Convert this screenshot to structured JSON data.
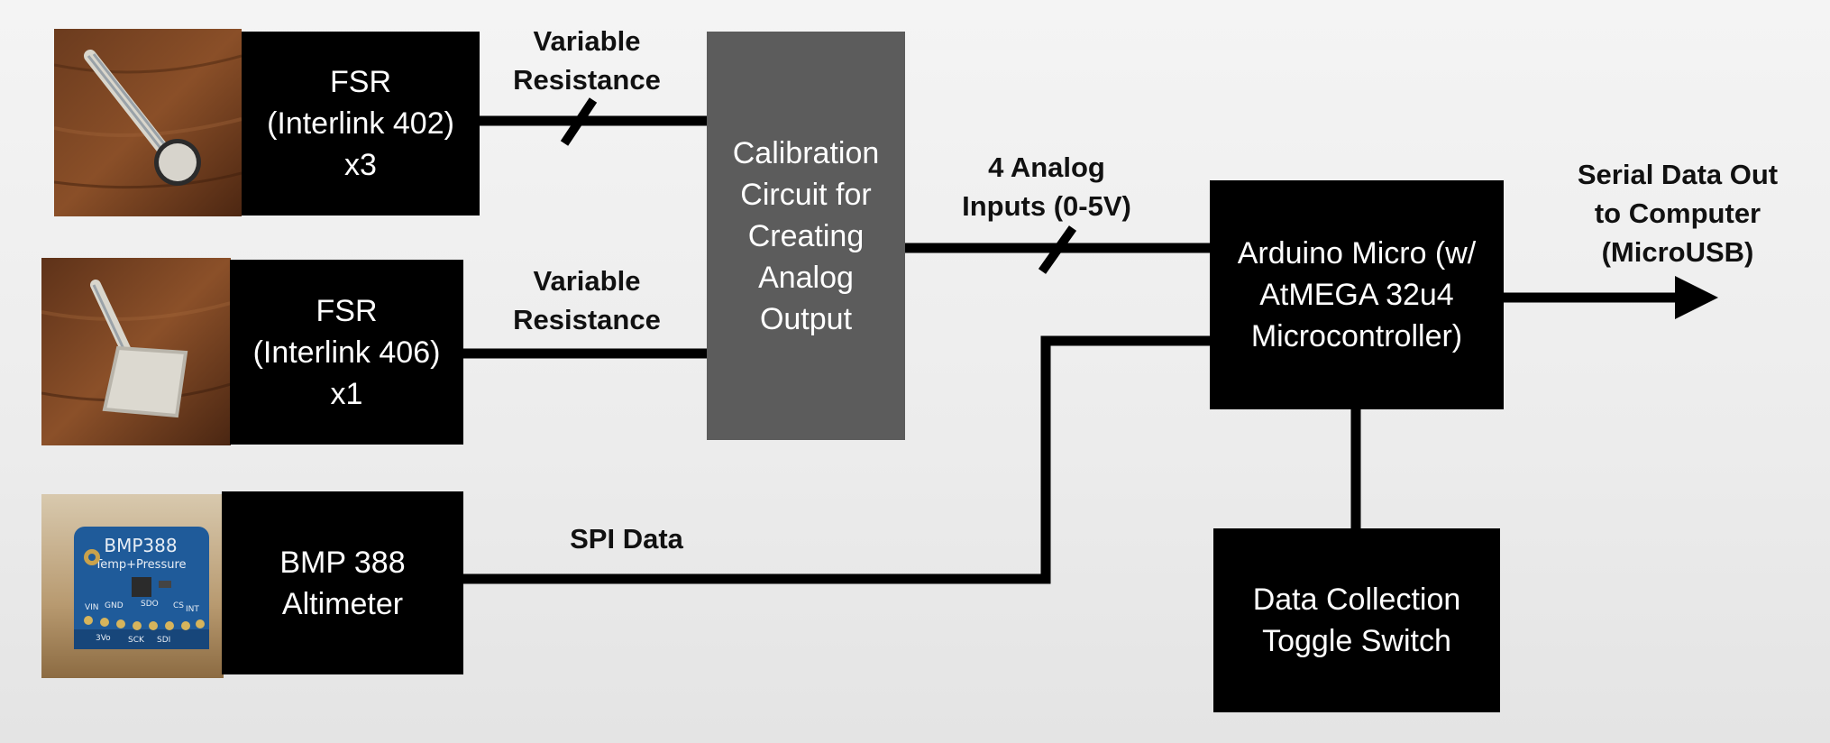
{
  "blocks": {
    "fsr402": "FSR\n(Interlink 402)\nx3",
    "fsr406": "FSR\n(Interlink 406)\nx1",
    "bmp388": "BMP 388\nAltimeter",
    "calibration": "Calibration\nCircuit for\nCreating\nAnalog\nOutput",
    "arduino": "Arduino Micro (w/\nAtMEGA 32u4\nMicrocontroller)",
    "toggle": "Data Collection\nToggle Switch"
  },
  "edges": {
    "fsr402_to_cal": "Variable\nResistance",
    "fsr406_to_cal": "Variable\nResistance",
    "cal_to_arduino": "4 Analog\nInputs (0-5V)",
    "bmp_to_arduino": "SPI Data",
    "serial_out": "Serial Data Out\nto Computer\n(MicroUSB)"
  },
  "photos": {
    "fsr402": "round FSR sensor on wood",
    "fsr406": "square FSR sensor on wood",
    "bmp388": "BMP388 breakout board"
  },
  "silkscreen": {
    "title": "BMP388",
    "subtitle": "Temp+Pressure",
    "pins": [
      "VIN",
      "GND",
      "SDO",
      "CS",
      "INT"
    ],
    "pins2": [
      "3Vo",
      "SCK",
      "SDI"
    ]
  },
  "colors": {
    "block": "#000000",
    "calibration_block": "#5c5c5c",
    "wire": "#000000",
    "background": "#efefef"
  }
}
